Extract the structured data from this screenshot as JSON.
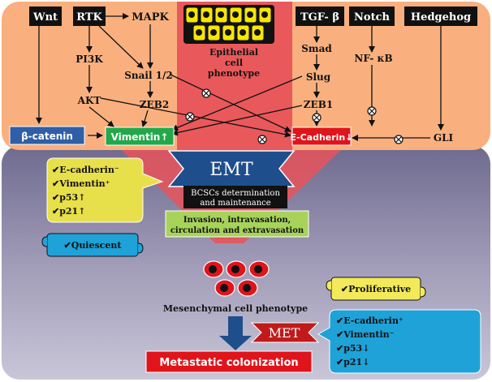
{
  "top_nodes": {
    "wnt": "Wnt",
    "rtk": "RTK",
    "mapk": "MAPK",
    "tgfb": "TGF- β",
    "notch": "Notch",
    "hedgehog": "Hedgehog"
  },
  "mid_nodes": {
    "pi3k": "PI3K",
    "akt": "AKT",
    "snail": "Snail 1/2",
    "zeb2": "ZEB2",
    "smad": "Smad",
    "slug": "Slug",
    "zeb1": "ZEB1",
    "nfkb": "NF- κB",
    "gli": "GLI"
  },
  "epithelial": {
    "line1": "Epithelial",
    "line2": "cell",
    "line3": "phenotype"
  },
  "markers": {
    "beta_catenin": "β-catenin",
    "vimentin_up": "Vimentin↑",
    "ecadherin_down": "E-Cadherin↓"
  },
  "emt": {
    "label": "EMT",
    "bcsc_line1": "BCSCs determination",
    "bcsc_line2": "and maintenance",
    "invasion_line1": "Invasion, intravasation,",
    "invasion_line2": "circulation and extravasation"
  },
  "left_callout": {
    "items": [
      "✔E-cadherin⁻",
      "✔Vimentin⁺",
      "✔p53↑",
      "✔p21↑"
    ]
  },
  "quiescent_label": "✔Quiescent",
  "mesenchymal_label": "Mesenchymal cell phenotype",
  "proliferative_label": "✔Proliferative",
  "right_callout": {
    "items": [
      "✔E-cadherin⁺",
      "✔Vimentin⁻",
      "✔p53↓",
      "✔p21↓"
    ]
  },
  "met_label": "MET",
  "metastatic_label": "Metastatic colonization",
  "colors": {
    "top_panel": "#f9b07e",
    "bottom_panel": "#8c86a6",
    "funnel": "#e8545a",
    "emt_banner": "#1f4e8c",
    "vimentin_box": "#22a84a",
    "ecadherin_box": "#e0141b",
    "beta_catenin_box": "#2e5fa8",
    "callout_yellow": "#e8e04a",
    "callout_blue": "#1ea2d8",
    "epithelial_cells": "#f7e600"
  }
}
